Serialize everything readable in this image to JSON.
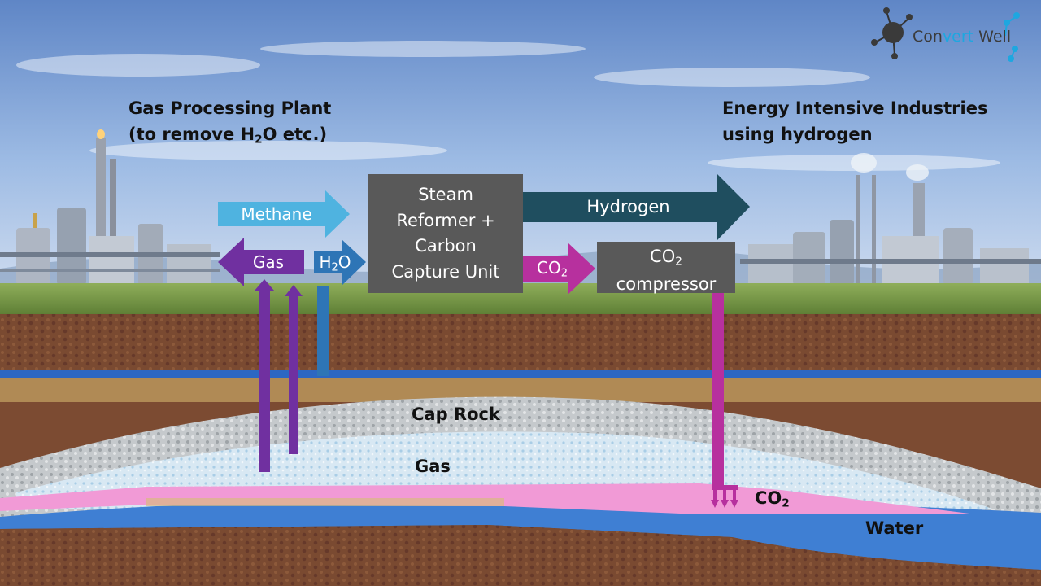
{
  "logo": {
    "name_prefix": "Con",
    "name_accent": "vert",
    "name_suffix": " Well",
    "accent_color": "#1ea7e0"
  },
  "labels": {
    "gas_plant_line1": "Gas Processing Plant",
    "gas_plant_line2_pre": "(to remove H",
    "gas_plant_line2_sub": "2",
    "gas_plant_line2_post": "O etc.)",
    "industries_line1": "Energy Intensive Industries",
    "industries_line2": "using hydrogen"
  },
  "process": {
    "reformer_line1": "Steam",
    "reformer_line2": "Reformer +",
    "reformer_line3": "Carbon",
    "reformer_line4": "Capture Unit",
    "compressor_line1_pre": "CO",
    "compressor_line1_sub": "2",
    "compressor_line2": "compressor"
  },
  "arrows": {
    "methane": "Methane",
    "gas": "Gas",
    "water_pre": "H",
    "water_sub": "2",
    "water_post": "O",
    "hydrogen": "Hydrogen",
    "co2_pre": "CO",
    "co2_sub": "2"
  },
  "geology": {
    "cap_rock": "Cap Rock",
    "gas_layer": "Gas",
    "co2_pre": "CO",
    "co2_sub": "2",
    "water": "Water"
  },
  "colors": {
    "methane_arrow": "#4fb3e0",
    "gas_arrow": "#7030a0",
    "water_arrow": "#2e75b6",
    "hydrogen_arrow": "#1f4e5f",
    "co2_arrow": "#b7309e",
    "box_fill": "#595959",
    "co2_layer": "#f19ad6"
  }
}
